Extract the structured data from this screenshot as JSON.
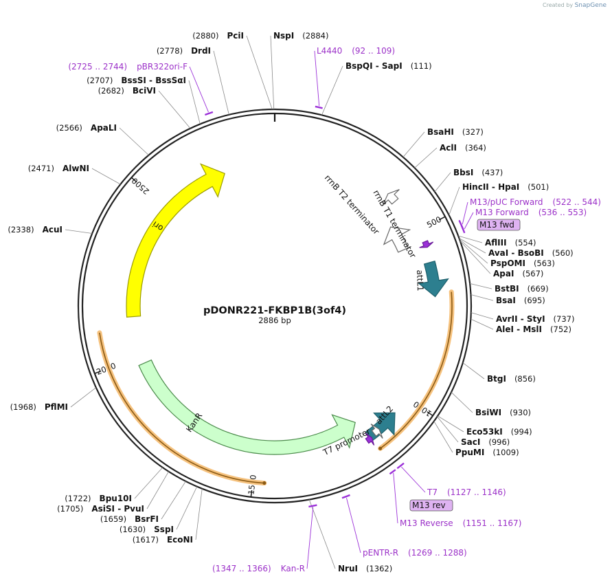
{
  "credit": {
    "prefix": "Created by",
    "brand": "SnapGene"
  },
  "plasmid": {
    "name": "pDONR221-FKBP1B(3of4)",
    "size_label": "2886 bp",
    "length": 2886
  },
  "ticks": [
    {
      "pos": 500,
      "label": "500"
    },
    {
      "pos": 1000,
      "label": "1000"
    },
    {
      "pos": 1500,
      "label": "1500"
    },
    {
      "pos": 2000,
      "label": "2000"
    },
    {
      "pos": 2500,
      "label": "2500"
    }
  ],
  "features": [
    {
      "name": "ori",
      "start": 2130,
      "end": 2720,
      "dir": "cw",
      "color": "#ffff00",
      "stroke": "#9a9a00"
    },
    {
      "name": "KanR",
      "start": 1165,
      "end": 1975,
      "dir": "ccw",
      "color": "#ccffcc",
      "stroke": "#4a8a4a"
    },
    {
      "name": "rrnB T2 terminator",
      "start": 363,
      "end": 393,
      "dir": "ccw",
      "color": "#ffffff",
      "stroke": "#666666"
    },
    {
      "name": "rrnB T1 terminator",
      "start": 447,
      "end": 533,
      "dir": "ccw",
      "color": "#ffffff",
      "stroke": "#666666"
    },
    {
      "name": "attL1",
      "start": 596,
      "end": 695,
      "dir": "cw",
      "color": "#2d7f8f",
      "stroke": "#1d5f6b"
    },
    {
      "name": "attL2",
      "start": 1055,
      "end": 1154,
      "dir": "ccw",
      "color": "#2d7f8f",
      "stroke": "#1d5f6b"
    },
    {
      "name": "T7 promoter",
      "start": 1120,
      "end": 1139,
      "dir": "ccw",
      "color": "#ffffff",
      "stroke": "#666666"
    },
    {
      "name": "M13 rev",
      "start": 1151,
      "end": 1167,
      "dir": "ccw",
      "color": "#9b30d8",
      "stroke": "#6a1a9a"
    },
    {
      "name": "M13 fwd",
      "start": 536,
      "end": 553,
      "dir": "cw",
      "color": "#9b30d8",
      "stroke": "#6a1a9a"
    }
  ],
  "orange_arcs": [
    {
      "start": 685,
      "end": 1150
    },
    {
      "start": 1470,
      "end": 2095
    }
  ],
  "enzymes": [
    {
      "name": "PciI",
      "pos": 2880,
      "loc": "(2880)"
    },
    {
      "name": "NspI",
      "pos": 2884,
      "loc": "(2884)"
    },
    {
      "name": "BspQI  -  SapI",
      "pos": 111,
      "loc": "(111)"
    },
    {
      "name": "BsaHI",
      "pos": 327,
      "loc": "(327)"
    },
    {
      "name": "AclI",
      "pos": 364,
      "loc": "(364)"
    },
    {
      "name": "BbsI",
      "pos": 437,
      "loc": "(437)"
    },
    {
      "name": "HincII  -  HpaI",
      "pos": 501,
      "loc": "(501)"
    },
    {
      "name": "AflIII",
      "pos": 554,
      "loc": "(554)"
    },
    {
      "name": "AvaI  -  BsoBI",
      "pos": 560,
      "loc": "(560)"
    },
    {
      "name": "PspOMI",
      "pos": 563,
      "loc": "(563)"
    },
    {
      "name": "ApaI",
      "pos": 567,
      "loc": "(567)"
    },
    {
      "name": "BstBI",
      "pos": 669,
      "loc": "(669)"
    },
    {
      "name": "BsaI",
      "pos": 695,
      "loc": "(695)"
    },
    {
      "name": "AvrII  -  StyI",
      "pos": 737,
      "loc": "(737)"
    },
    {
      "name": "AleI  -  MslI",
      "pos": 752,
      "loc": "(752)"
    },
    {
      "name": "BtgI",
      "pos": 856,
      "loc": "(856)"
    },
    {
      "name": "BsiWI",
      "pos": 930,
      "loc": "(930)"
    },
    {
      "name": "Eco53kI",
      "pos": 994,
      "loc": "(994)"
    },
    {
      "name": "SacI",
      "pos": 996,
      "loc": "(996)"
    },
    {
      "name": "PpuMI",
      "pos": 1009,
      "loc": "(1009)"
    },
    {
      "name": "NruI",
      "pos": 1362,
      "loc": "(1362)"
    },
    {
      "name": "EcoNI",
      "pos": 1617,
      "loc": "(1617)"
    },
    {
      "name": "SspI",
      "pos": 1630,
      "loc": "(1630)"
    },
    {
      "name": "BsrFI",
      "pos": 1659,
      "loc": "(1659)"
    },
    {
      "name": "AsiSI  -  PvuI",
      "pos": 1705,
      "loc": "(1705)"
    },
    {
      "name": "Bpu10I",
      "pos": 1722,
      "loc": "(1722)"
    },
    {
      "name": "PflMI",
      "pos": 1968,
      "loc": "(1968)"
    },
    {
      "name": "AcuI",
      "pos": 2338,
      "loc": "(2338)"
    },
    {
      "name": "AlwNI",
      "pos": 2471,
      "loc": "(2471)"
    },
    {
      "name": "ApaLI",
      "pos": 2566,
      "loc": "(2566)"
    },
    {
      "name": "BciVI",
      "pos": 2682,
      "loc": "(2682)"
    },
    {
      "name": "BssSI  -  BssSαI",
      "pos": 2707,
      "loc": "(2707)"
    },
    {
      "name": "DrdI",
      "pos": 2778,
      "loc": "(2778)"
    }
  ],
  "primers": [
    {
      "name": "L4440",
      "start": 92,
      "end": 109,
      "loc": "(92 .. 109)"
    },
    {
      "name": "M13/pUC Forward",
      "start": 522,
      "end": 544,
      "loc": "(522 .. 544)"
    },
    {
      "name": "M13 Forward",
      "start": 536,
      "end": 553,
      "loc": "(536 .. 553)"
    },
    {
      "name": "T7",
      "start": 1127,
      "end": 1146,
      "loc": "(1127 .. 1146)"
    },
    {
      "name": "M13 Reverse",
      "start": 1151,
      "end": 1167,
      "loc": "(1151 .. 1167)"
    },
    {
      "name": "pENTR-R",
      "start": 1269,
      "end": 1288,
      "loc": "(1269 .. 1288)"
    },
    {
      "name": "Kan-R",
      "start": 1347,
      "end": 1366,
      "loc": "(1347 .. 1366)"
    },
    {
      "name": "pBR322ori-F",
      "start": 2725,
      "end": 2744,
      "loc": "(2725 .. 2744)"
    }
  ],
  "boxed_labels": [
    "M13 fwd",
    "M13 rev"
  ]
}
